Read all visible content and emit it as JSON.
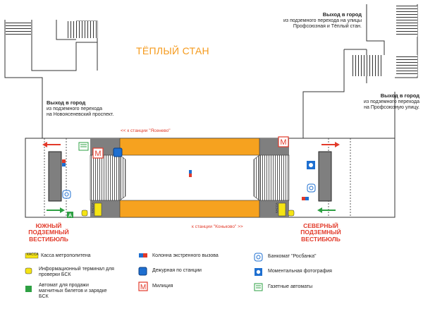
{
  "station_name": "ТЁПЛЫЙ СТАН",
  "exits": {
    "top_right": {
      "heading": "Выход в город",
      "line1": "из подземного перехода на улицы",
      "line2": "Профсоюзная и Тёплый стан."
    },
    "left": {
      "heading": "Выход в город",
      "line1": "из подземного перехода",
      "line2": "на Новоясеневский проспект."
    },
    "right": {
      "heading": "Выход в город",
      "line1": "из подземного перехода",
      "line2": "на Профсоюзную улицу."
    }
  },
  "directions": {
    "top": "<< к станции \"Ясенево\"",
    "bottom": "к станции \"Коньково\" >>"
  },
  "vestibules": {
    "south": {
      "line1": "ЮЖНЫЙ",
      "line2": "ПОДЗЕМНЫЙ ВЕСТИБЮЛЬ"
    },
    "north": {
      "line1": "СЕВЕРНЫЙ",
      "line2": "ПОДЗЕМНЫЙ ВЕСТИБЮЛЬ"
    }
  },
  "map_labels": {
    "m": "M",
    "kassa": "КАССА",
    "a": "А"
  },
  "legend": [
    {
      "icon": "kassa-icon",
      "label": "Касса метрополитена"
    },
    {
      "icon": "info-terminal-icon",
      "label": "Информационный терминал для проверки БСК"
    },
    {
      "icon": "ticket-machine-icon",
      "label": "Автомат для продажи магнитных билетов и зарядке БСК"
    },
    {
      "icon": "emergency-column-icon",
      "label": "Колонна экстренного вызова"
    },
    {
      "icon": "station-attendant-icon",
      "label": "Дежурная по станции"
    },
    {
      "icon": "militia-icon",
      "label": "Милиция"
    },
    {
      "icon": "atm-icon",
      "label": "Банкомат \"Росбанка\""
    },
    {
      "icon": "photo-booth-icon",
      "label": "Моментальная фотография"
    },
    {
      "icon": "newspaper-machine-icon",
      "label": "Газетные автоматы"
    }
  ],
  "colors": {
    "platform": "#f6a21f",
    "escalator_body": "#7f7f7f",
    "wall": "#333333",
    "accent_red": "#e23a2a",
    "exit_green": "#2ea043",
    "attendant_blue": "#1e6fd0",
    "terminal_yellow": "#f5e414"
  }
}
